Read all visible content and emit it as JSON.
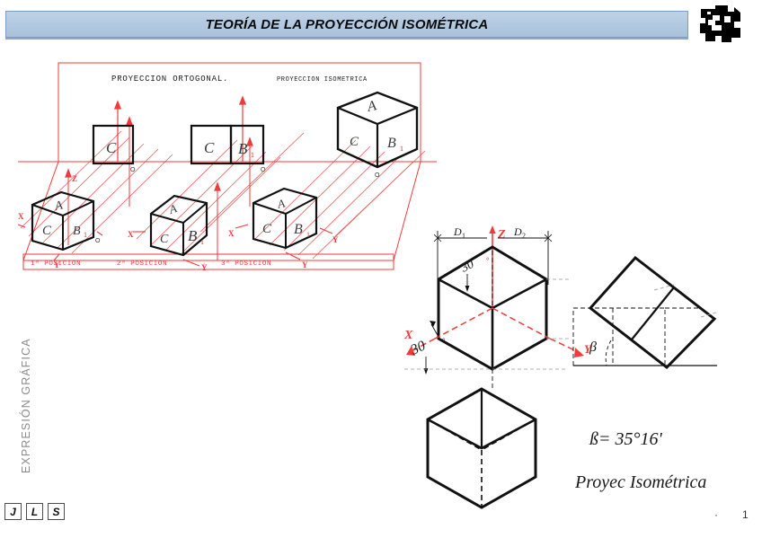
{
  "header": {
    "title": "TEORÍA DE LA PROYECCIÓN ISOMÉTRICA",
    "logo_name": "institution-logo",
    "bar_fill": "#b3c9e0",
    "bar_border": "#7a9cc4"
  },
  "sidebar": {
    "vertical_label": "EXPRESIÓN GRÁFICA",
    "label_color": "#8c8c8c",
    "initials": [
      "J",
      "L",
      "S"
    ]
  },
  "footer": {
    "page_number": "1",
    "dot": "·"
  },
  "figure_left": {
    "name": "orthogonal-vs-isometric-projection-diagram",
    "heading_left": "PROYECCION  ORTOGONAL.",
    "heading_right": "PROYECCION  ISOMETRICA",
    "positions": [
      "1ª POSICION",
      "2ª POSICION",
      "3ª POSICION"
    ],
    "cube_faces": {
      "top": "A",
      "front": "C",
      "right": "B₁"
    },
    "axis_labels": {
      "z": "Z",
      "x": "X",
      "y": "Y",
      "origin": "O"
    },
    "flat_views": [
      {
        "name": "single-square-view",
        "labels": [
          "C"
        ]
      },
      {
        "name": "double-square-view",
        "labels": [
          "C",
          "B₁"
        ]
      }
    ],
    "line_color_construction": "#ef3b3b",
    "line_color_object": "#111111"
  },
  "figure_right": {
    "name": "isometric-cube-angle-diagram",
    "dimension_labels": [
      "D₁",
      "D₂"
    ],
    "angle_top": "30",
    "angle_top_unit": "°",
    "angle_left": "30",
    "angle_left_unit": "°",
    "axis_labels": {
      "z": "Z",
      "x": "X",
      "y": "Y"
    },
    "beta_symbol": "β",
    "beta_equation": "ß= 35°16'",
    "caption": "Proyec Isométrica",
    "line_color_construction": "#ef3b3b",
    "line_color_object": "#111111"
  }
}
